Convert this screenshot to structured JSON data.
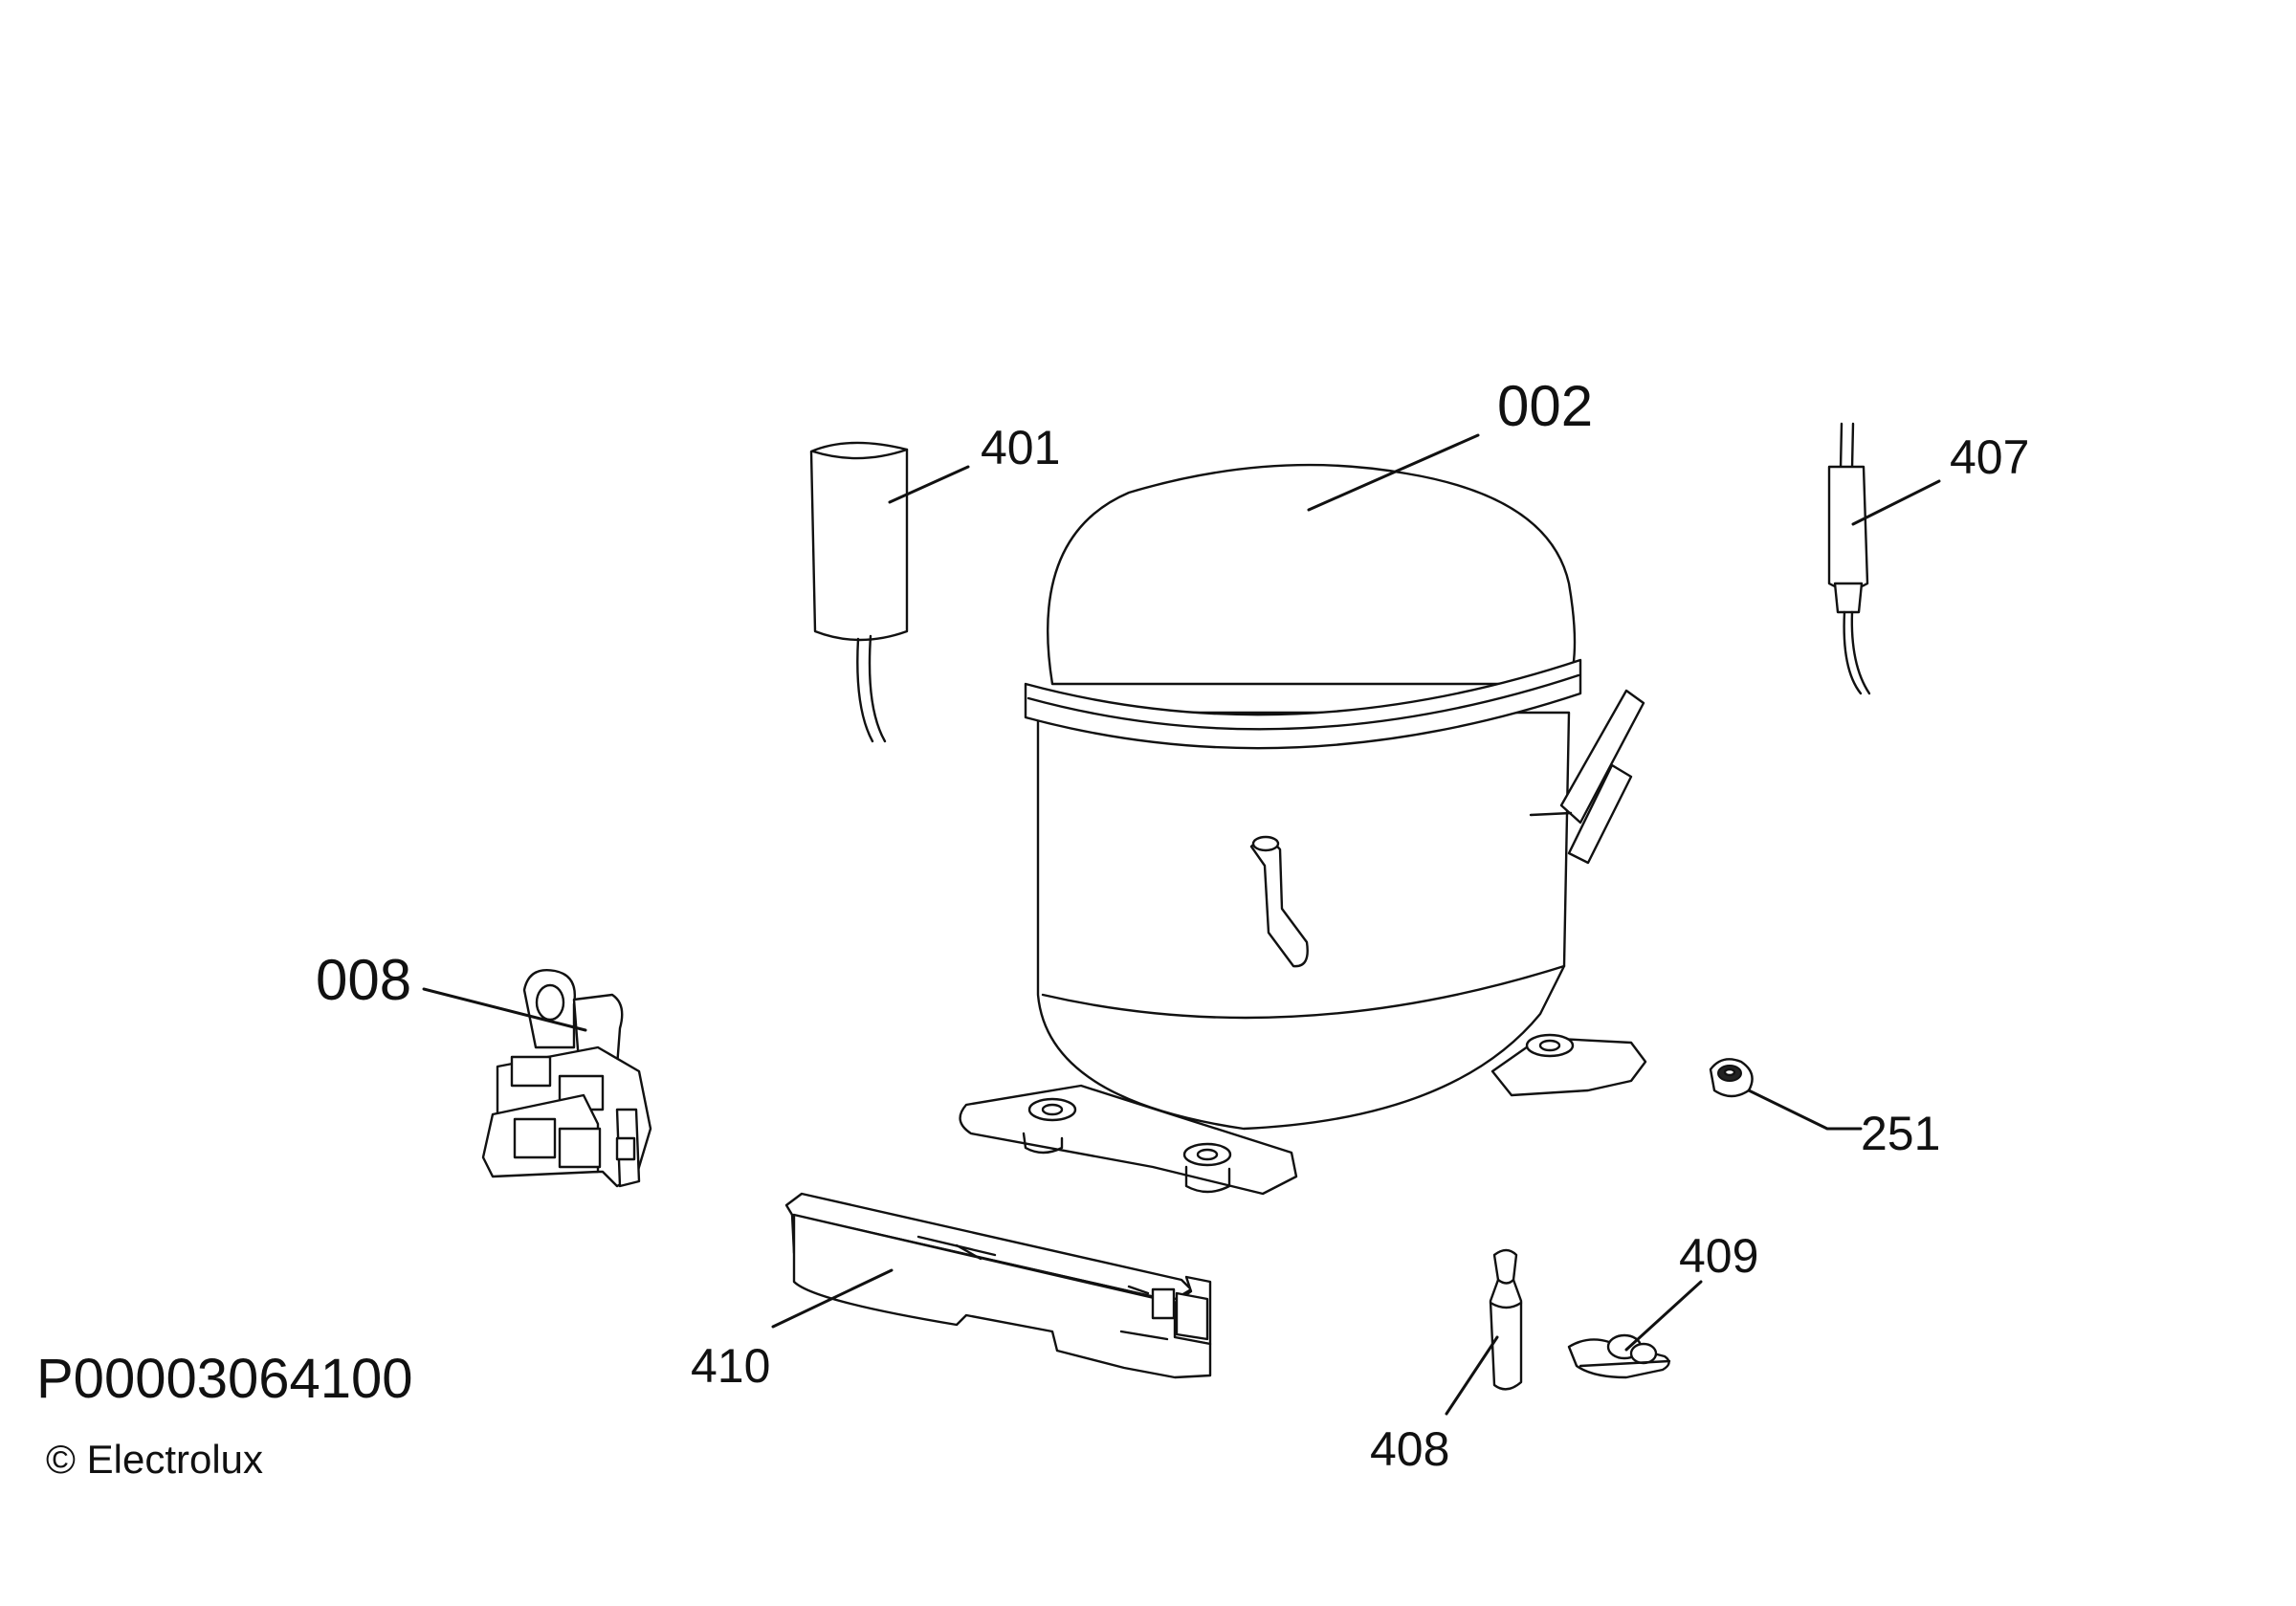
{
  "document_id": "P00003064100",
  "copyright": "© Electrolux",
  "callouts": {
    "compressor": "002",
    "relay": "008",
    "capacitor": "401",
    "dryer": "407",
    "cover": "410",
    "grommet": "251",
    "sleeve": "408",
    "clip": "409"
  }
}
